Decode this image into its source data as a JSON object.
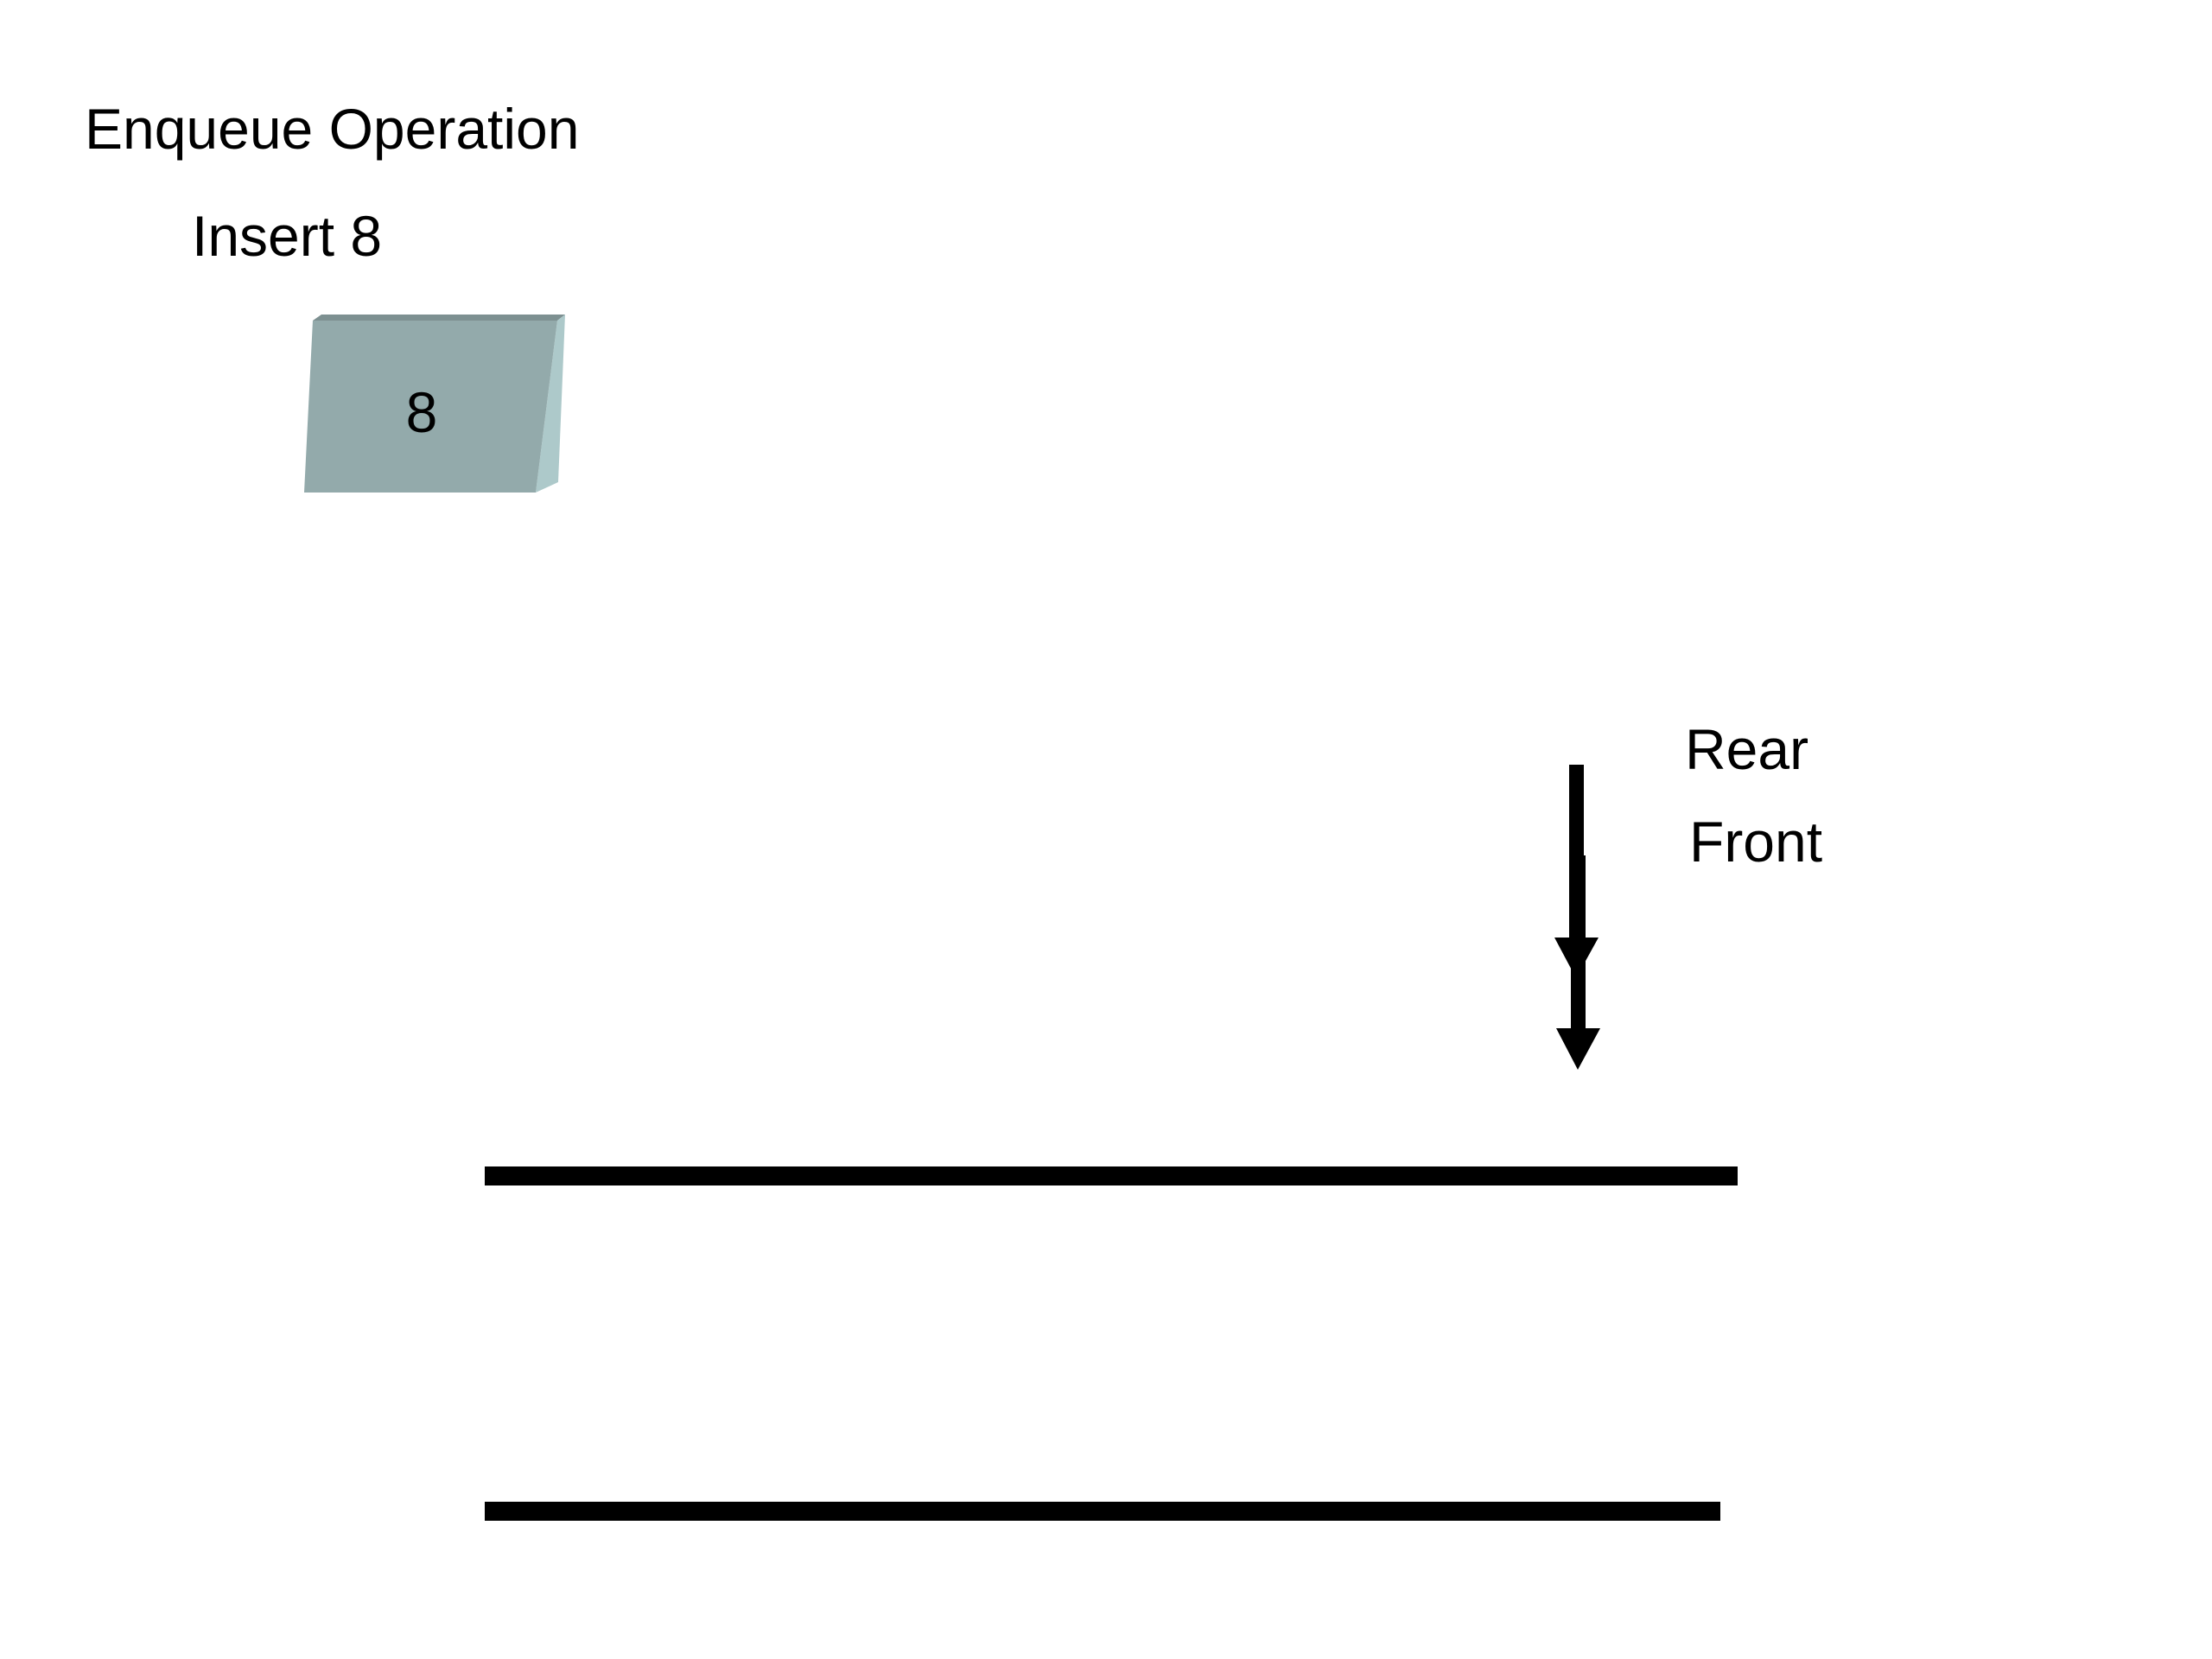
{
  "title": "Enqueue Operation",
  "step": "Insert 8",
  "block": {
    "value": "8",
    "color": "#93aaab"
  },
  "pointers": {
    "rear": "Rear",
    "front": "Front"
  }
}
